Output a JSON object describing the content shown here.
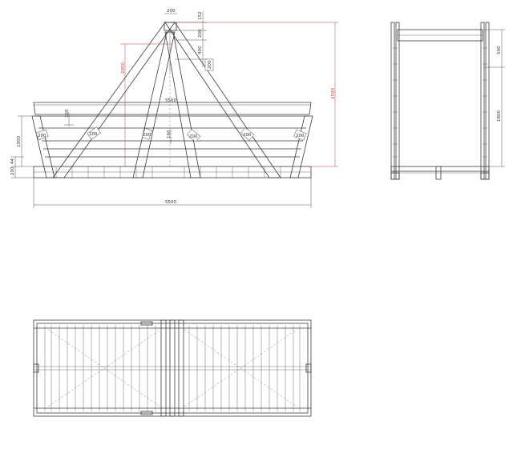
{
  "colors": {
    "line": "#3a3a3a",
    "dimension": "#555555",
    "dimension_accent": "#c23a3a"
  },
  "front_view": {
    "dims": {
      "top_width": "200",
      "top_segment_1": "152",
      "top_segment_2": "200",
      "top_segment_3": "400",
      "small_200": "200",
      "apex_height": "2050",
      "total_height": "2500",
      "rail_length": "5560",
      "rail_spacing_left": "160",
      "rail_spacing_mid": "160",
      "side_height": "1000",
      "base_44": "44",
      "base_200": "200",
      "base_length": "5500",
      "post_1": "200",
      "post_2": "200",
      "post_3": "200",
      "post_4": "200",
      "post_5": "200",
      "post_6": "200"
    }
  },
  "side_view": {
    "dims": {
      "upper": "500",
      "lower": "1800"
    }
  }
}
